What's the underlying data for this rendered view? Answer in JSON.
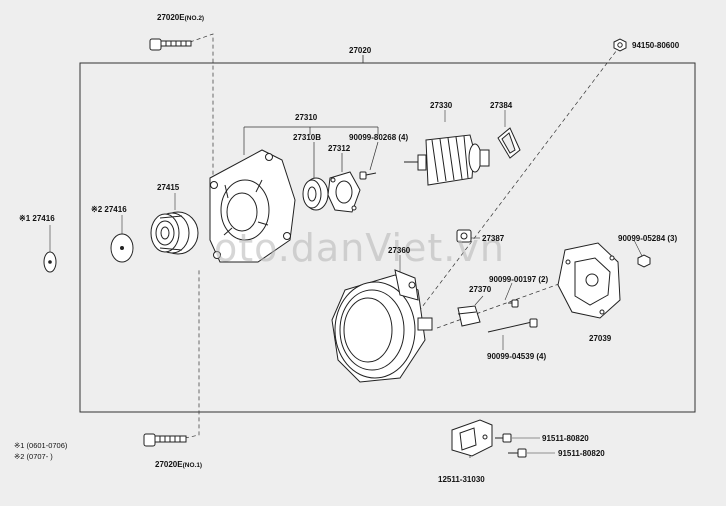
{
  "labels": {
    "bolt_no2": "27020E",
    "bolt_no2_note": "(NO.2)",
    "assembly": "27020",
    "nut_top": "94150-80600",
    "frame_group": "27310",
    "frame_b": "27310B",
    "screw_4": "90099-80268",
    "screw_4_qty": "(4)",
    "rotor": "27330",
    "ring": "27384",
    "bearing_plate": "27312",
    "pulley": "27415",
    "washer_2": "27416",
    "washer_1": "27416",
    "mark_1": "※1",
    "mark_2": "※2",
    "terminal": "27387",
    "screw_3": "90099-05284",
    "screw_3_qty": "(3)",
    "stator": "27360",
    "screw_2": "90099-00197",
    "screw_2_qty": "(2)",
    "regulator": "27370",
    "cover": "27039",
    "bolt_long": "90099-04539",
    "bolt_long_qty": "(4)",
    "bracket_bolt_a": "91511-80820",
    "bracket_bolt_b": "91511-80820",
    "bracket": "12511-31030",
    "bolt_no1": "27020E",
    "bolt_no1_note": "(NO.1)",
    "footnote_1": "※1 (0601-0706)",
    "footnote_2": "※2 (0707-       )"
  },
  "watermark": "oto.danViet.vn"
}
